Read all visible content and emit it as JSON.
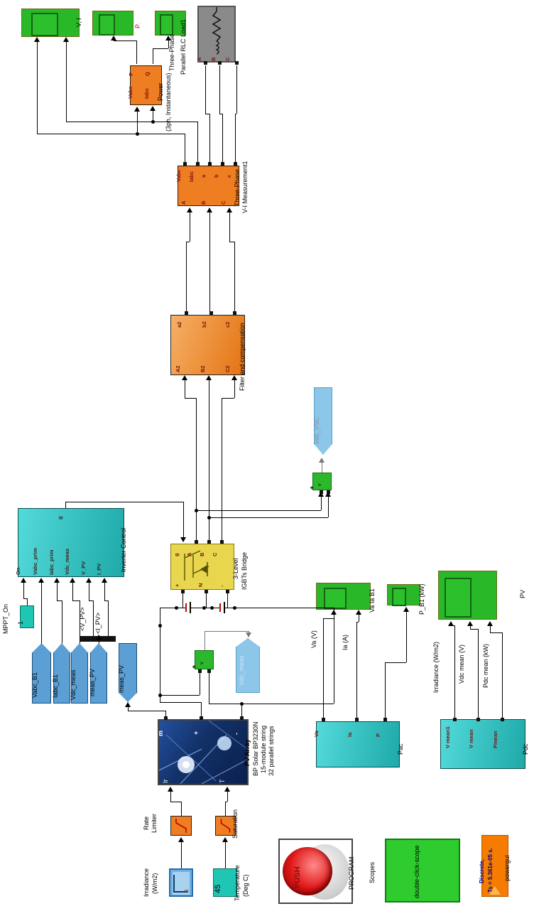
{
  "colors": {
    "scope_green": "#28b828",
    "block_orange": "#ef7d22",
    "bridge_yellow": "#e7d64e",
    "control_teal": "#2db9b9",
    "tag_blue": "#5b9fd4",
    "tag_light_blue": "#8cc6e8",
    "pv_blue": "#123066",
    "powergui_orange": "#f57c00",
    "push_red": "#d81616",
    "load_gray": "#8a8a8a",
    "port_text_red": "#7a1212"
  },
  "texts": {
    "scope_vi": "V, I",
    "scope_p": "P.",
    "load_l1": "Three-Phase",
    "load_l2": "Parallel RLC Load1",
    "load_a": "A",
    "load_b": "B",
    "load_c": "C",
    "pow_l1": "Power",
    "pow_l2": "(3ph, Instantaneous)",
    "pow_p": "P",
    "pow_q": "Q",
    "pow_vabc": "Vabc",
    "pow_iabc": "Iabc",
    "m1_l1": "Three-Phase",
    "m1_l2": "V-I Measurement1",
    "m1_vabc": "Vabc",
    "m1_iabc": "Iabc",
    "m1_a": "a",
    "m1_b": "b",
    "m1_c": "c",
    "m1_A": "A",
    "m1_B": "B",
    "m1_C": "C",
    "filt": "Filter and compensation",
    "filt_a2": "a2",
    "filt_b2": "b2",
    "filt_c2": "c2",
    "filt_A2": "A2",
    "filt_B2": "B2",
    "filt_C2": "C2",
    "vab": "vab_VSC",
    "vm_plus": "+",
    "vm_v": "v",
    "br_l1": "3-Level",
    "br_l2": "IGBTs Bridge",
    "br_g": "g",
    "br_a": "A",
    "br_b": "B",
    "br_c": "C",
    "br_p": "+",
    "br_n": "N",
    "br_m": "-",
    "inv": "Inverter Control",
    "inv_g": "g",
    "inv_on": "On",
    "inv_vabc": "Vabc_prim",
    "inv_iabc": "Iabc_prim",
    "inv_vdc": "Vdc_meas",
    "inv_vpv": "V_PV",
    "inv_ipv": "I_PV",
    "mppt": "MPPT_On",
    "mppt_v": "1",
    "f_vabc": "Vabc_B1",
    "f_iabc": "Iabc_B1",
    "f_vdc": "Vdc_meas",
    "f_meas": "meas_PV",
    "g_meas": "meas_PV",
    "g_vdc": "Vdc_meas",
    "sel_v": "<V_PV>",
    "sel_i": "<I_PV>",
    "pv_l1": "PV Array",
    "pv_l2": "BP Solar BP3230N",
    "pv_l3": "15-module string",
    "pv_l4": "32 parallel strings",
    "pv_m": "m",
    "pv_p": "+",
    "pv_n": "-",
    "pv_ir": "Ir",
    "pv_t": "T",
    "rate_l1": "Rate",
    "rate_l2": "Limiter",
    "sat": "Saturation",
    "irr_l1": "Irradiance",
    "irr_l2": "(W/m2)",
    "temp_v": "45",
    "temp_l1": "Temperature",
    "temp_l2": "(Deg C)",
    "push": "PUSH",
    "program": "PROGRAM",
    "scopes": "Scopes",
    "dcs": "double-click-scope",
    "pg_l1": "Discrete,",
    "pg_l2": "Ts = 5.361e-05 s.",
    "pg": "powergui",
    "pac": "Pac",
    "pac_va": "Va",
    "pac_ia": "Ia",
    "pac_p": "P",
    "w_va": "Va (V)",
    "w_ia": "Ia (A)",
    "sc_vaia": "Va Ia B1",
    "sc_pb1": "P_B1 (kW)",
    "sc_pv": "PV",
    "pdc": "Pdc",
    "pdc_p1": "V mean1",
    "pdc_p2": "V mean",
    "pdc_p3": "Pmean",
    "w_irr": "Irradiance (W/m2)",
    "w_vdc": "Vdc mean (V)",
    "w_pdc": "Pdc mean (kW)"
  }
}
